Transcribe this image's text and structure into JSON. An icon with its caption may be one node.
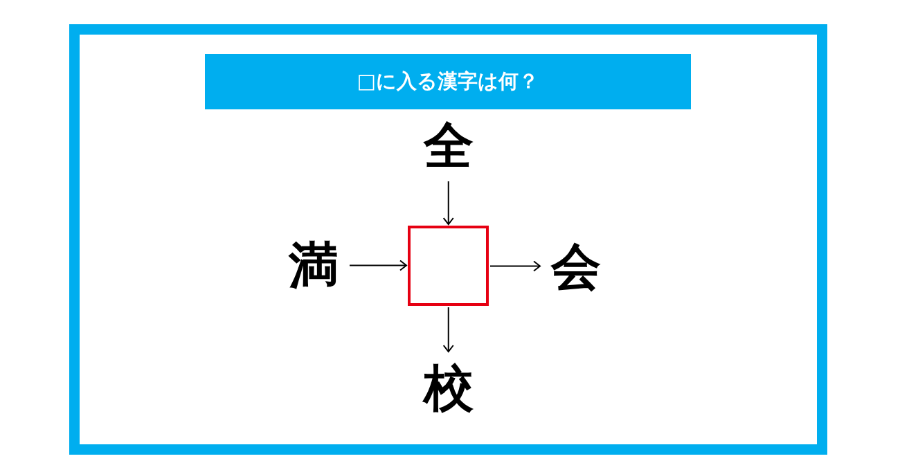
{
  "diagram": {
    "title": "□に入る漢字は何？",
    "nodes": [
      {
        "text": [
          "全"
        ]
      },
      {
        "text": [
          "満"
        ]
      },
      {
        "text": [],
        "shape": "box"
      },
      {
        "text": [
          "会"
        ]
      },
      {
        "text": [
          "校"
        ]
      }
    ],
    "edges": [
      {
        "from": 0,
        "to": 2,
        "arrow": "to"
      },
      {
        "from": 1,
        "to": 2,
        "arrow": "to"
      },
      {
        "from": 2,
        "to": 3,
        "arrow": "to"
      },
      {
        "from": 2,
        "to": 4,
        "arrow": "to"
      }
    ]
  }
}
